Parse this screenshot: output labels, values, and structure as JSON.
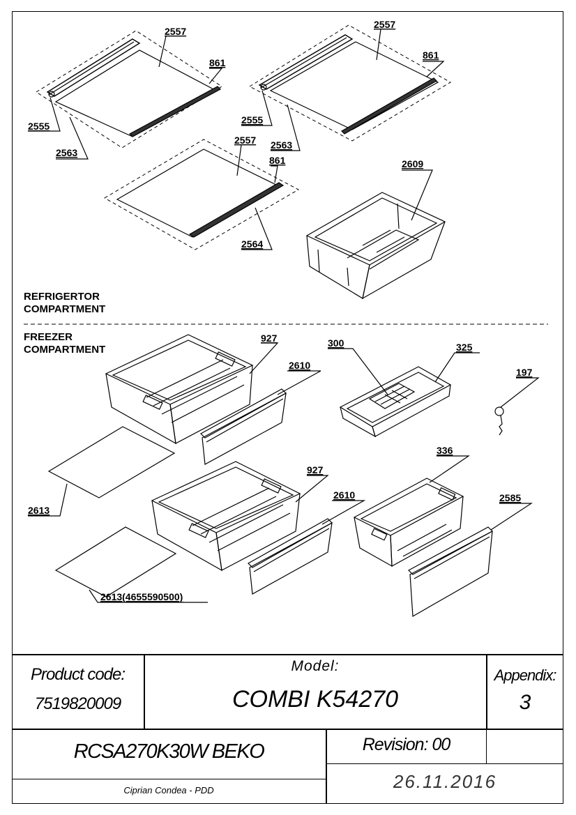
{
  "callouts": {
    "shelf1_glass": "2557",
    "shelf1_strip": "861",
    "shelf1_profile": "2555",
    "shelf1_assy": "2563",
    "shelf2_glass": "2557",
    "shelf2_strip": "861",
    "shelf2_profile": "2555",
    "shelf2_assy": "2563",
    "shelf3_glass": "2557",
    "shelf3_strip": "861",
    "shelf3_assy": "2564",
    "crisper": "2609",
    "drawer1": "927",
    "drawer1_front": "2610",
    "ice_tray": "300",
    "ice_tray_holder": "325",
    "key": "197",
    "glass_cover1": "2613",
    "drawer2": "927",
    "drawer2_front": "2610",
    "drawer3": "336",
    "drawer3_front": "2585",
    "glass_cover2": "2613(4655590500)"
  },
  "sections": {
    "refrigerator_line1": "REFRIGERTOR",
    "refrigerator_line2": "COMPARTMENT",
    "freezer_line1": "FREEZER",
    "freezer_line2": "COMPARTMENT"
  },
  "title_block": {
    "product_code_label": "Product code:",
    "product_code_value": "7519820009",
    "model_label": "Model:",
    "model_value": "COMBI K54270",
    "appendix_label": "Appendix:",
    "appendix_value": "3",
    "product_name": "RCSA270K30W BEKO",
    "revision": "Revision: 00",
    "author": "Ciprian Condea - PDD",
    "date": "26.11.2016"
  }
}
